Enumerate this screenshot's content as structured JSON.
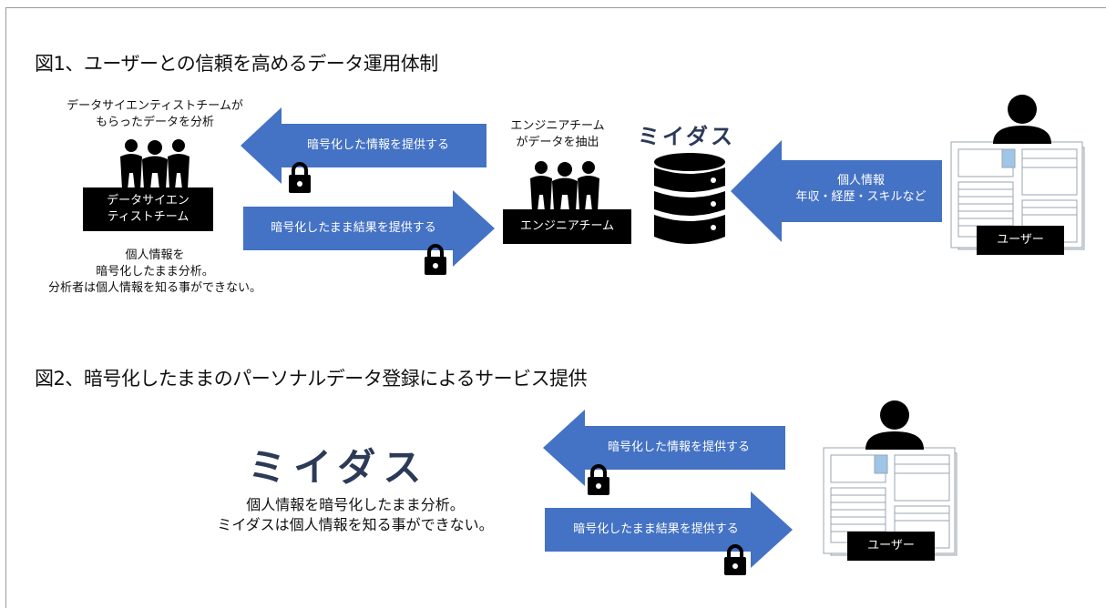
{
  "fig1": {
    "title": "図1、ユーザーとの信頼を高めるデータ運用体制",
    "ds_caption_1": "データサイエンティストチームが",
    "ds_caption_2": "もらったデータを分析",
    "ds_box_1": "データサイエン",
    "ds_box_2": "ティストチーム",
    "ds_note_1": "個人情報を",
    "ds_note_2": "暗号化したまま分析。",
    "ds_note_3": "分析者は個人情報を知る事ができない。",
    "arrow_encrypted": "暗号化した情報を提供する",
    "arrow_result": "暗号化したまま結果を提供する",
    "eng_caption_1": "エンジニアチーム",
    "eng_caption_2": "がデータを抽出",
    "eng_box": "エンジニアチーム",
    "logo": "ミイダス",
    "arrow_personal_1": "個人情報",
    "arrow_personal_2": "年収・経歴・スキルなど",
    "user_box": "ユーザー"
  },
  "fig2": {
    "title": "図2、暗号化したままのパーソナルデータ登録によるサービス提供",
    "logo": "ミイダス",
    "note_1": "個人情報を暗号化したまま分析。",
    "note_2": "ミイダスは個人情報を知る事ができない。",
    "arrow_encrypted": "暗号化した情報を提供する",
    "arrow_result": "暗号化したまま結果を提供する",
    "user_box": "ユーザー"
  },
  "colors": {
    "arrow": "#4472c4",
    "black": "#000000",
    "logo": "#2b3a57"
  }
}
